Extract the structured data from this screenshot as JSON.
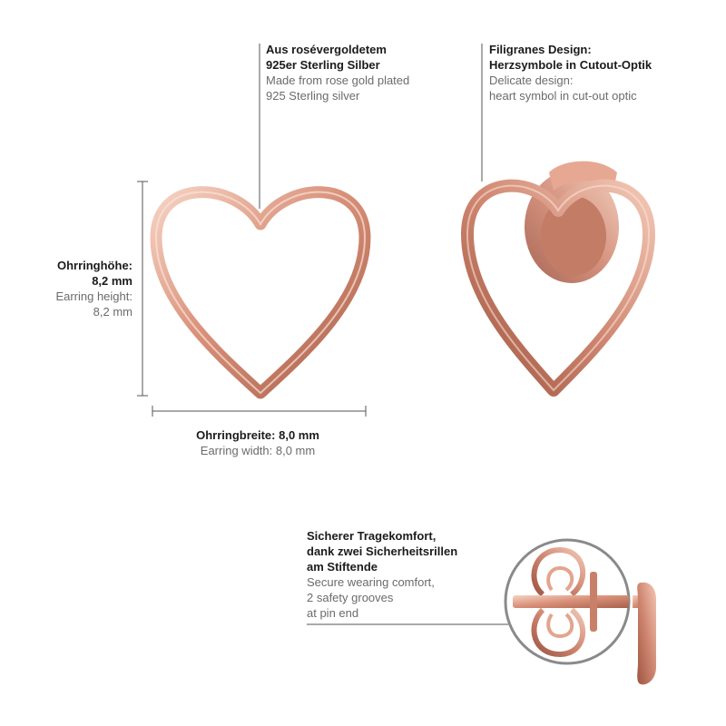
{
  "material": {
    "de": [
      "Aus rosévergoldetem",
      "925er Sterling Silber"
    ],
    "en": [
      "Made from rose gold plated",
      "925 Sterling silver"
    ]
  },
  "design": {
    "de": [
      "Filigranes Design:",
      "Herzsymbole in Cutout-Optik"
    ],
    "en": [
      "Delicate design:",
      "heart symbol in cut-out optic"
    ]
  },
  "height": {
    "de": [
      "Ohrringhöhe:",
      "8,2 mm"
    ],
    "en": [
      "Earring height:",
      "8,2 mm"
    ]
  },
  "width": {
    "de": [
      "Ohrringbreite: 8,0 mm"
    ],
    "en": [
      "Earring width: 8,0 mm"
    ]
  },
  "comfort": {
    "de": [
      "Sicherer Tragekomfort,",
      "dank zwei Sicherheitsrillen",
      "am Stiftende"
    ],
    "en": [
      "Secure wearing comfort,",
      "2 safety grooves",
      "at pin end"
    ]
  },
  "colors": {
    "rose_gold": "#d9917a",
    "rose_gold_dark": "#b86d55",
    "rose_gold_light": "#f3c7b5"
  }
}
